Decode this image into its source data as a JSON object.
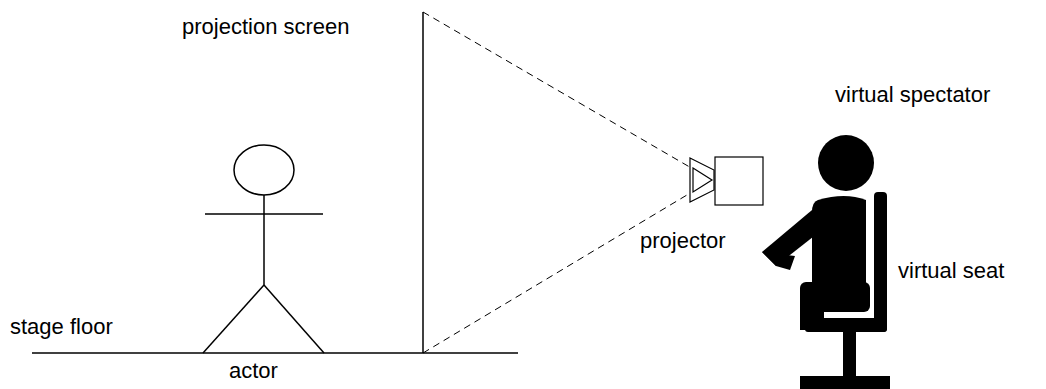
{
  "diagram": {
    "labels": [
      "projection screen",
      "virtual spectator",
      "projector",
      "virtual seat",
      "stage floor",
      "actor"
    ]
  }
}
